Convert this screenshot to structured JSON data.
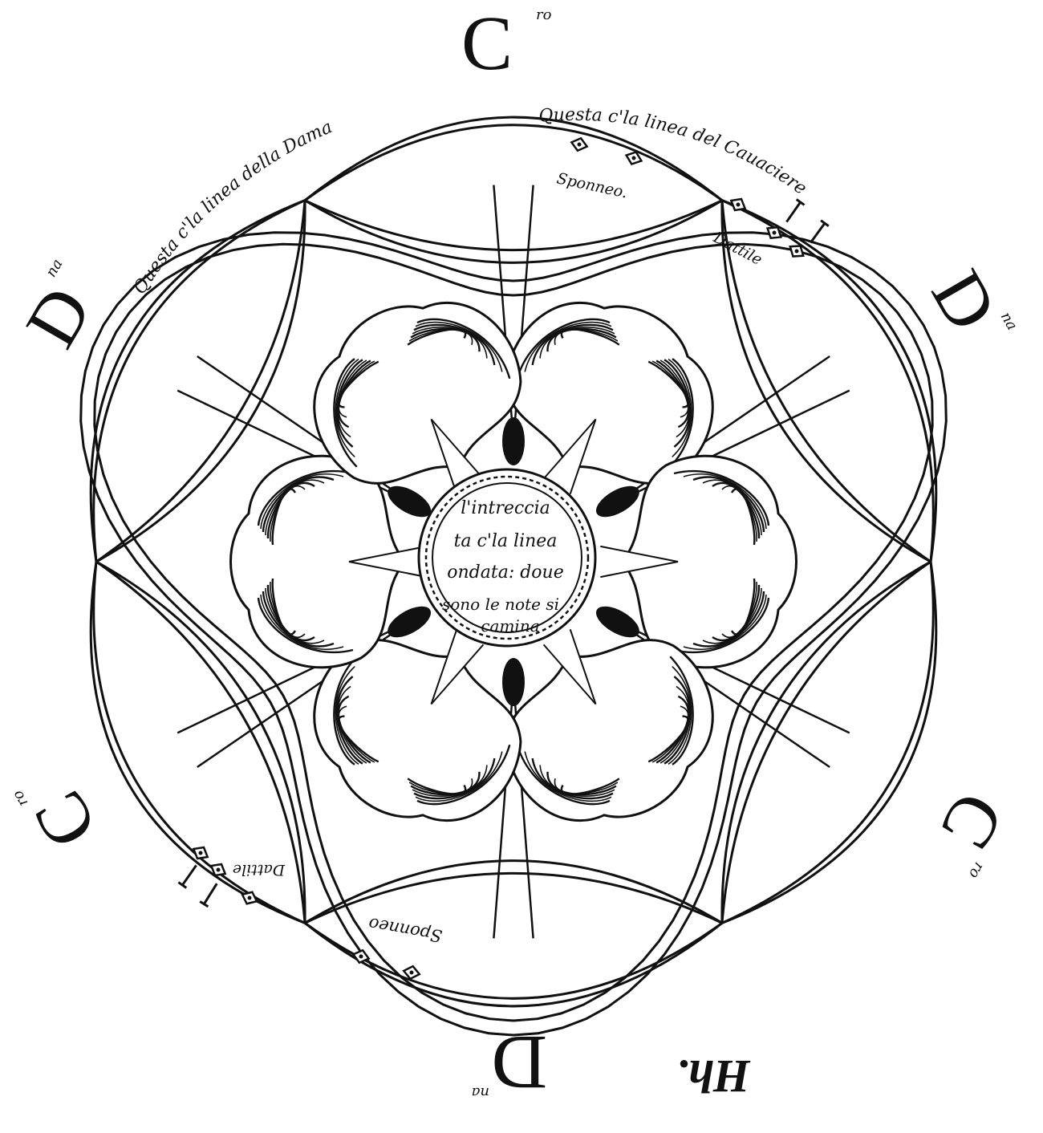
{
  "colors": {
    "ink": "#111111",
    "paper": "#ffffff"
  },
  "figure": {
    "letters": {
      "top": {
        "big": "C",
        "sup": "ro"
      },
      "upper_right": {
        "big": "D",
        "sup": "na"
      },
      "lower_right": {
        "big": "C",
        "sup": "ro"
      },
      "bottom": {
        "big": "D",
        "sup": "na"
      },
      "lower_left": {
        "big": "C",
        "sup": "ro"
      },
      "upper_left": {
        "big": "D",
        "sup": "na"
      }
    },
    "path_labels": {
      "dama": "Questa c'la linea della Dama",
      "cavaliere": "Questa c'la linea del Cauaciere"
    },
    "step_labels": {
      "sponneo_top": "Sponneo.",
      "dattile_top": "Dattile",
      "dattile_bottom": "Dattile",
      "sponneo_bottom": "Sponneo"
    },
    "center_text": [
      "l'intreccia",
      "ta c'la linea",
      "ondata: doue",
      "sono le note si",
      "camina"
    ],
    "signature": "Hh.",
    "icons": [
      "rose-ornament",
      "note-diamond-icon",
      "note-hand-icon"
    ]
  }
}
